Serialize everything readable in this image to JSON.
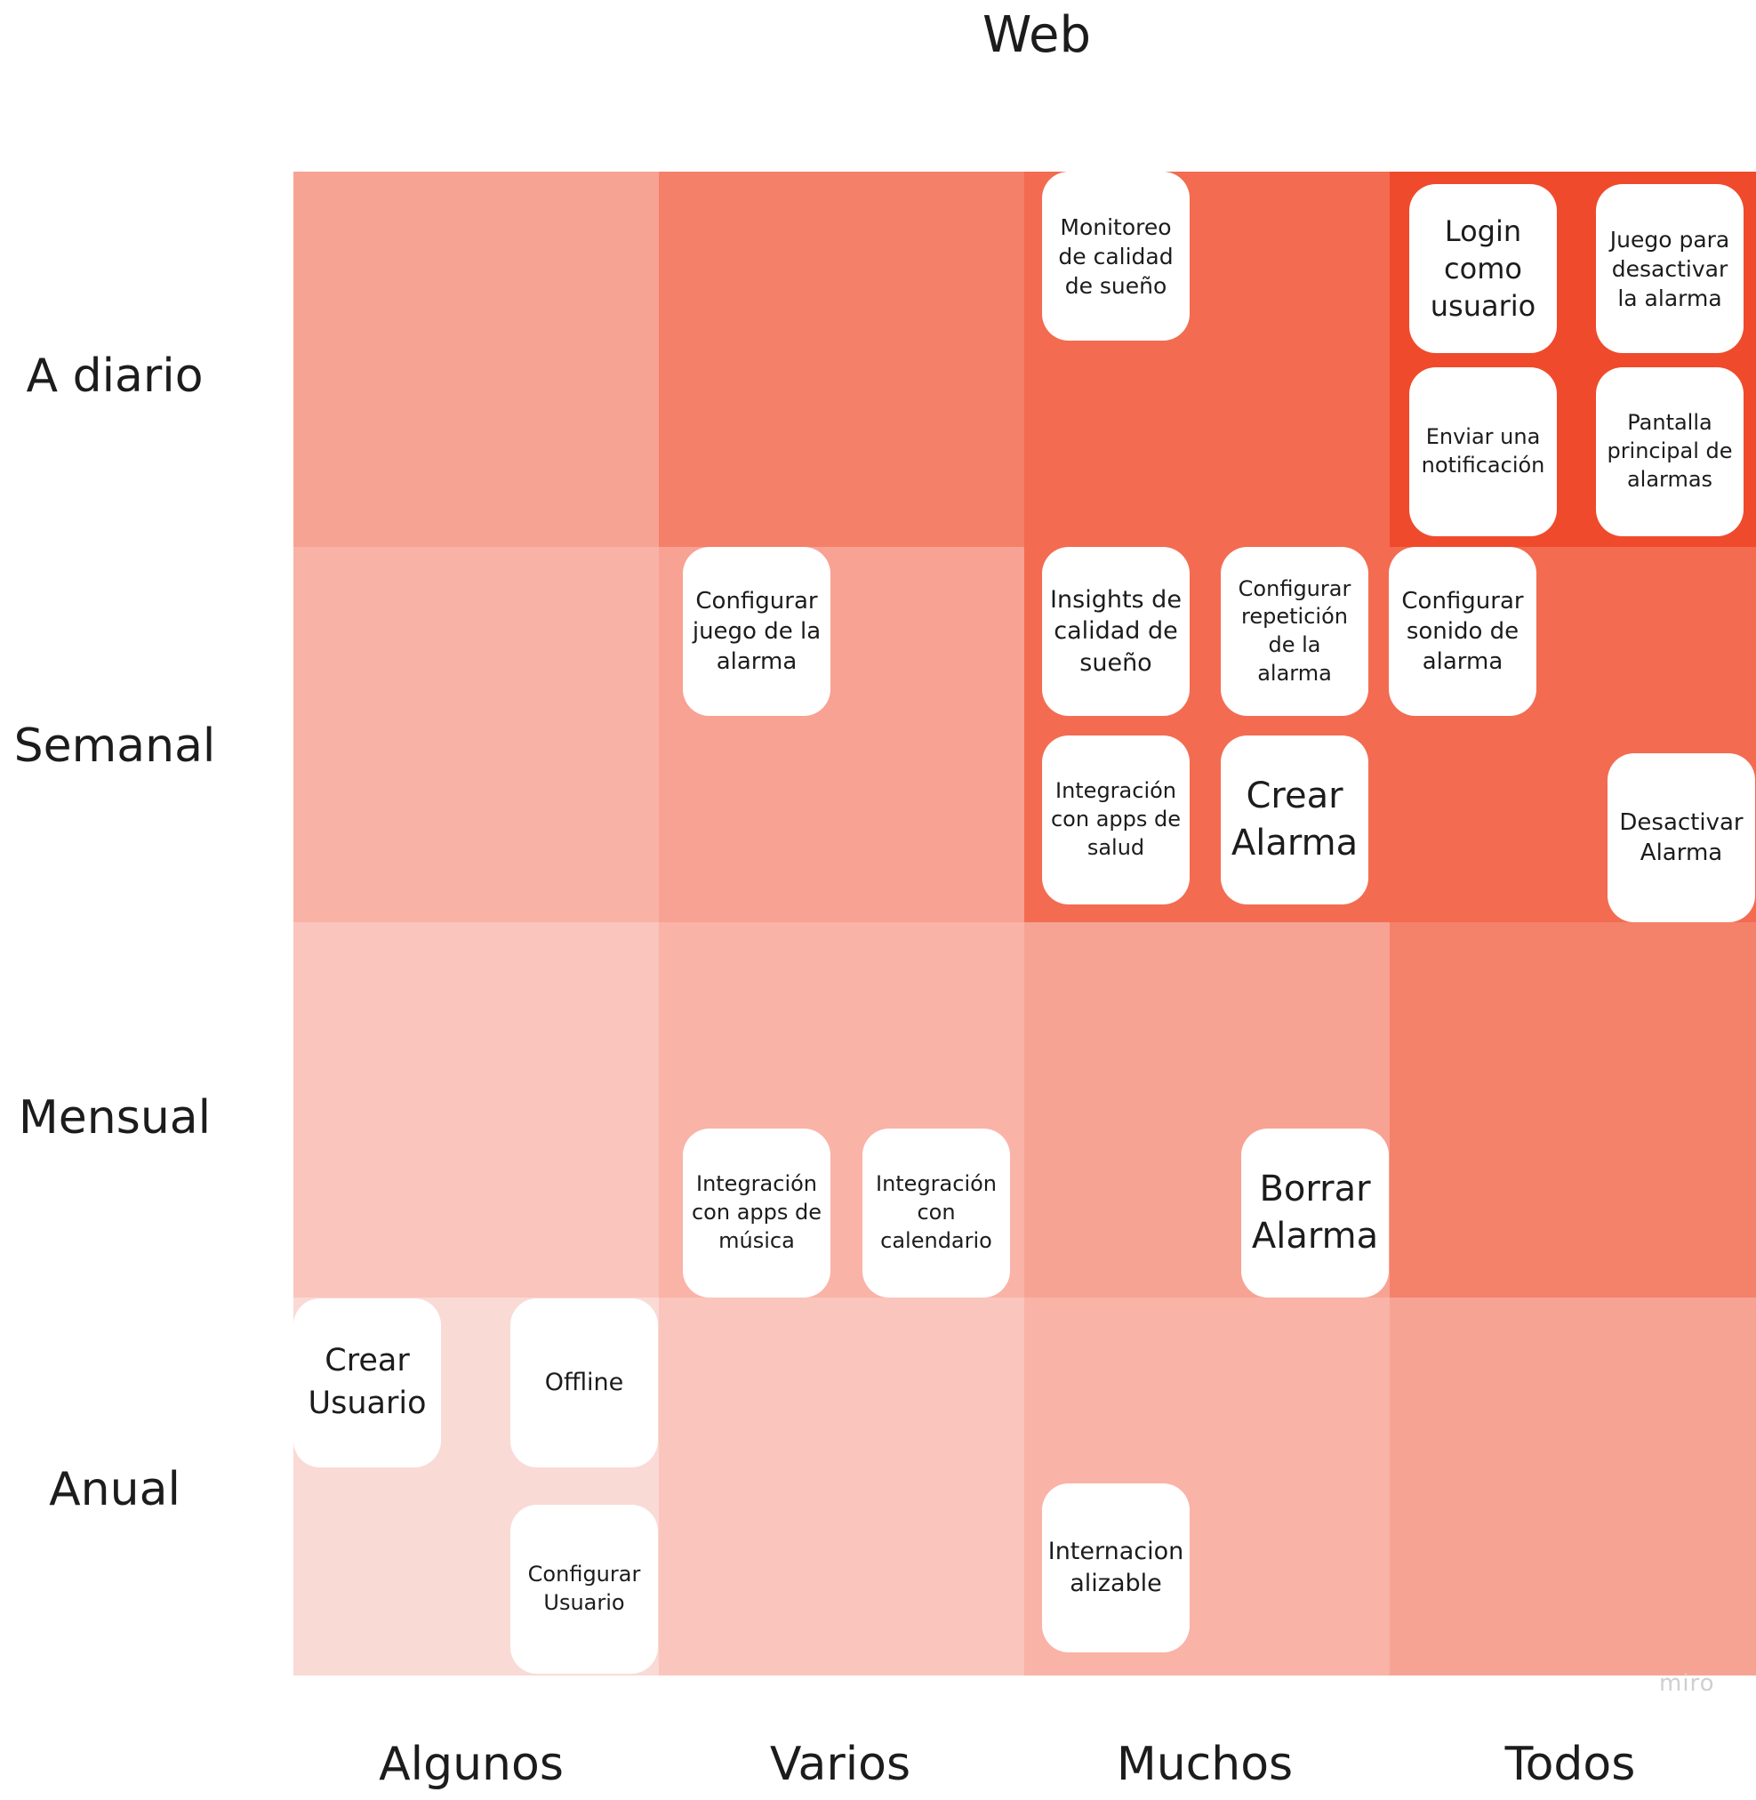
{
  "title": "Web",
  "rows": [
    "A diario",
    "Semanal",
    "Mensual",
    "Anual"
  ],
  "columns": [
    "Algunos",
    "Varios",
    "Muchos",
    "Todos"
  ],
  "heat_colors": [
    [
      "#f7a393",
      "#f4806a",
      "#f36b50",
      "#f04a2c"
    ],
    [
      "#f9b3a6",
      "#f7a293",
      "#f36c51",
      "#f36b50"
    ],
    [
      "#fac5bd",
      "#f9b3a7",
      "#f7a394",
      "#f4816a"
    ],
    [
      "#fadad5",
      "#fac5bd",
      "#f9b3a7",
      "#f7a394"
    ]
  ],
  "cards": [
    {
      "label": "Monitoreo de calidad de sueño"
    },
    {
      "label": "Login como usuario"
    },
    {
      "label": "Juego para desactivar la alarma"
    },
    {
      "label": "Enviar una notificación"
    },
    {
      "label": "Pantalla principal de alarmas"
    },
    {
      "label": "Configurar juego de la alarma"
    },
    {
      "label": "Insights de calidad de sueño"
    },
    {
      "label": "Configurar repetición de la alarma"
    },
    {
      "label": "Configurar sonido de alarma"
    },
    {
      "label": "Integración con apps de salud"
    },
    {
      "label": "Crear Alarma"
    },
    {
      "label": "Desactivar Alarma"
    },
    {
      "label": "Integración con apps de música"
    },
    {
      "label": "Integración con calendario"
    },
    {
      "label": "Borrar Alarma"
    },
    {
      "label": "Crear Usuario"
    },
    {
      "label": "Offline"
    },
    {
      "label": "Configurar Usuario"
    },
    {
      "label": "Internacion alizable"
    }
  ],
  "watermark": "miro"
}
